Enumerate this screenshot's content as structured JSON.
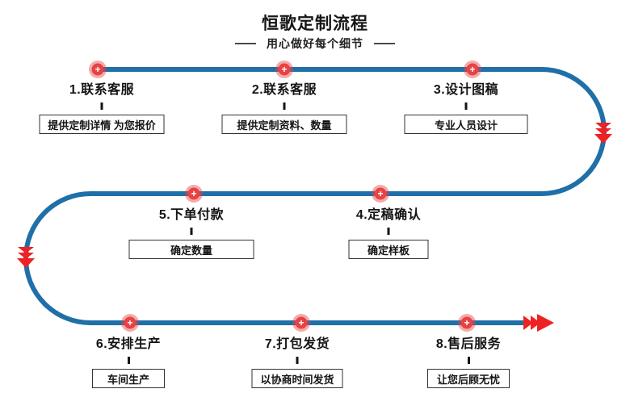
{
  "header": {
    "title": "恒歌定制流程",
    "subtitle": "用心做好每个细节"
  },
  "node_icon": "+",
  "steps": [
    {
      "label": "1.联系客服",
      "desc": "提供定制详情 为您报价"
    },
    {
      "label": "2.联系客服",
      "desc": "提供定制资料、数量"
    },
    {
      "label": "3.设计图稿",
      "desc": "专业人员设计"
    },
    {
      "label": "4.定稿确认",
      "desc": "确定样板"
    },
    {
      "label": "5.下单付款",
      "desc": "确定数量"
    },
    {
      "label": "6.安排生产",
      "desc": "车间生产"
    },
    {
      "label": "7.打包发货",
      "desc": "以协商时间发货"
    },
    {
      "label": "8.售后服务",
      "desc": "让您后顾无忧"
    }
  ],
  "colors": {
    "line": "#1f6fa8",
    "node": "#e84242",
    "arrow": "#ee2222"
  }
}
